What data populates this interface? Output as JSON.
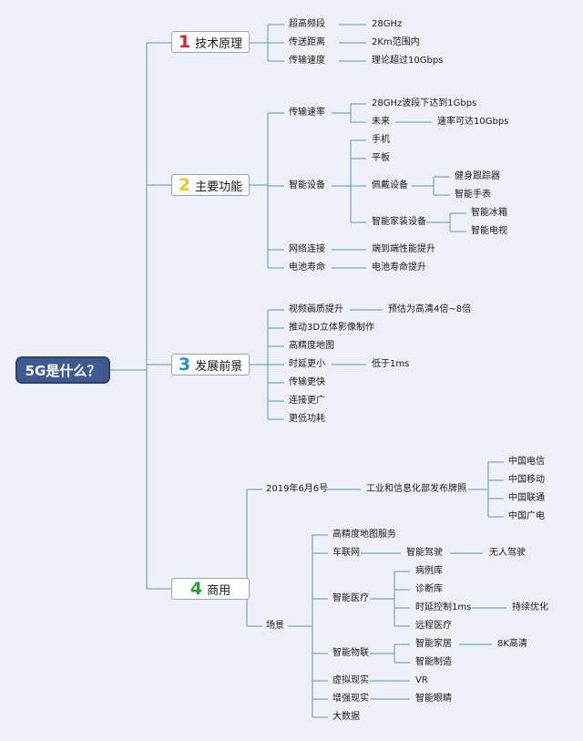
{
  "colors": {
    "root_bg": "#3e5a92",
    "line": "#5a9aa3",
    "num1": "#e11d2b",
    "num2": "#f2c41c",
    "num3": "#1d8fd8",
    "num4": "#23a335"
  },
  "root": {
    "label": "5G是什么？"
  },
  "b1": {
    "num": "1",
    "label": "技术原理",
    "i1": "超高频段",
    "i1v": "28GHz",
    "i2": "传送距离",
    "i2v": "2Km范围内",
    "i3": "传输速度",
    "i3v": "理论超过10Gbps"
  },
  "b2": {
    "num": "2",
    "label": "主要功能",
    "rate": "传输速率",
    "rate_a": "28GHz波段下达到1Gbps",
    "rate_b": "未来",
    "rate_bv": "速率可达10Gbps",
    "device": "智能设备",
    "phone": "手机",
    "tablet": "平板",
    "wear": "佩戴设备",
    "wear_a": "健身跟踪器",
    "wear_b": "智能手表",
    "home": "智能家装设备",
    "home_a": "智能冰箱",
    "home_b": "智能电视",
    "net": "网络连接",
    "netv": "端到端性能提升",
    "battery": "电池寿命",
    "batteryv": "电池寿命提升"
  },
  "b3": {
    "num": "3",
    "label": "发展前景",
    "video": "视频画质提升",
    "videov": "预估为高清4倍~8倍",
    "img3d": "推动3D立体影像制作",
    "map": "高精度地图",
    "delay": "时延更小",
    "delayv": "低于1ms",
    "fast": "传输更快",
    "wide": "连接更广",
    "power": "更低功耗"
  },
  "b4": {
    "num": "4",
    "label": "商用",
    "date": "2019年6月6号",
    "license": "工业和信息化部发布牌照",
    "op1": "中国电信",
    "op2": "中国移动",
    "op3": "中国联通",
    "op4": "中国广电",
    "scene": "场景",
    "hdmap": "高精度地图服务",
    "car": "车联网",
    "drive": "智能驾驶",
    "auto": "无人驾驶",
    "med": "智能医疗",
    "med1": "病例库",
    "med2": "诊断库",
    "med3": "时延控制1ms",
    "med3v": "持续优化",
    "med4": "远程医疗",
    "iot": "智能物联",
    "iot1": "智能家居",
    "iot1v": "8K高清",
    "iot2": "智能制造",
    "vr": "虚拟现实",
    "vrv": "VR",
    "ar": "增强现实",
    "arv": "智能眼睛",
    "data": "大数据"
  }
}
